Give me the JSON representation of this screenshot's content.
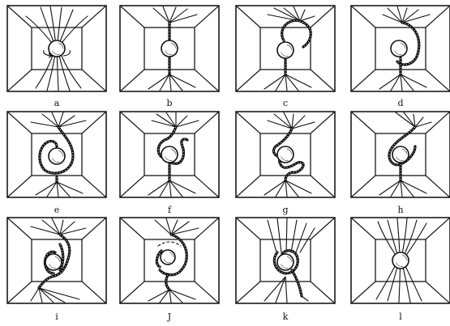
{
  "figure": {
    "panels": [
      {
        "id": "a",
        "label": "a",
        "config": "rotation"
      },
      {
        "id": "b",
        "label": "b",
        "config": "straight"
      },
      {
        "id": "c",
        "label": "c",
        "config": "hook-up"
      },
      {
        "id": "d",
        "label": "d",
        "config": "hook-right"
      },
      {
        "id": "e",
        "label": "e",
        "config": "full-loop"
      },
      {
        "id": "f",
        "label": "f",
        "config": "loop-tight"
      },
      {
        "id": "g",
        "label": "g",
        "config": "knotted"
      },
      {
        "id": "h",
        "label": "h",
        "config": "loop-left"
      },
      {
        "id": "i",
        "label": "i",
        "config": "double-right"
      },
      {
        "id": "j",
        "label": "J",
        "config": "wrap-dashed"
      },
      {
        "id": "k",
        "label": "k",
        "config": "wrap-strings"
      },
      {
        "id": "l",
        "label": "l",
        "config": "splay"
      }
    ]
  }
}
